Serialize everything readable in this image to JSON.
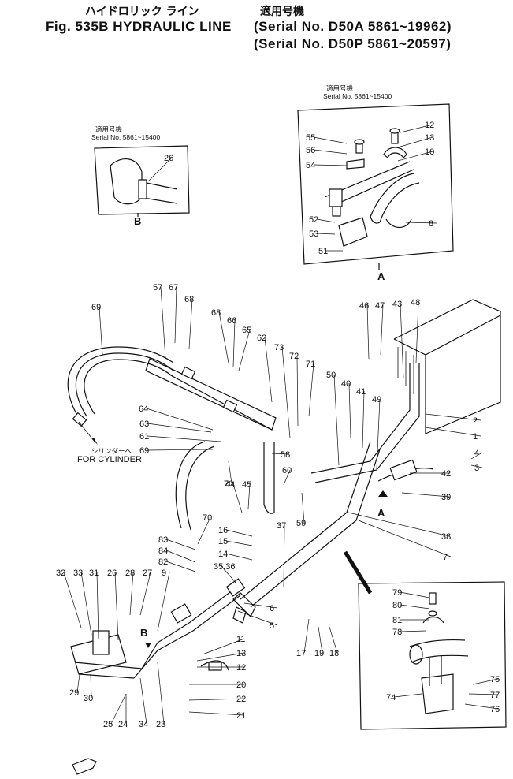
{
  "header": {
    "jp_title": "ハイドロリック ライン",
    "jp_serial": "適用号機",
    "fig_label": "Fig. 535B HYDRAULIC LINE",
    "serial_1": "(Serial No. D50A 5861~19962)",
    "serial_2": "(Serial No. D50P 5861~20597)"
  },
  "insets": {
    "upper_right": {
      "jp": "適用号機",
      "serial": "Serial No. 5861~15400",
      "view": "A"
    },
    "upper_left": {
      "jp": "適用号機",
      "serial": "Serial No. 5861~15400",
      "view": "B"
    }
  },
  "callouts": {
    "for_cylinder_jp": "シリンダーへ",
    "for_cylinder": "FOR CYLINDER",
    "arrow_A": "A",
    "arrow_B": "B"
  },
  "parts": {
    "inset_a": [
      "55",
      "56",
      "54",
      "52",
      "53",
      "51",
      "12",
      "13",
      "10",
      "8"
    ],
    "inset_b": [
      "26"
    ],
    "inset_c": [
      "79",
      "80",
      "81",
      "78",
      "75",
      "77",
      "76",
      "74"
    ],
    "main": [
      "69",
      "57",
      "67",
      "68",
      "68",
      "66",
      "65",
      "62",
      "73",
      "72",
      "71",
      "64",
      "63",
      "61",
      "69",
      "70",
      "58",
      "60",
      "44",
      "45",
      "46",
      "47",
      "43",
      "48",
      "50",
      "40",
      "41",
      "49",
      "2",
      "1",
      "4",
      "3",
      "42",
      "39",
      "59",
      "38",
      "37",
      "70",
      "16",
      "15",
      "14",
      "83",
      "84",
      "82",
      "35,36",
      "7",
      "6",
      "5",
      "11",
      "13",
      "12",
      "20",
      "22",
      "21",
      "17",
      "19",
      "18",
      "32",
      "33",
      "31",
      "26",
      "28",
      "27",
      "9",
      "29",
      "30",
      "25",
      "24",
      "34",
      "23"
    ]
  }
}
